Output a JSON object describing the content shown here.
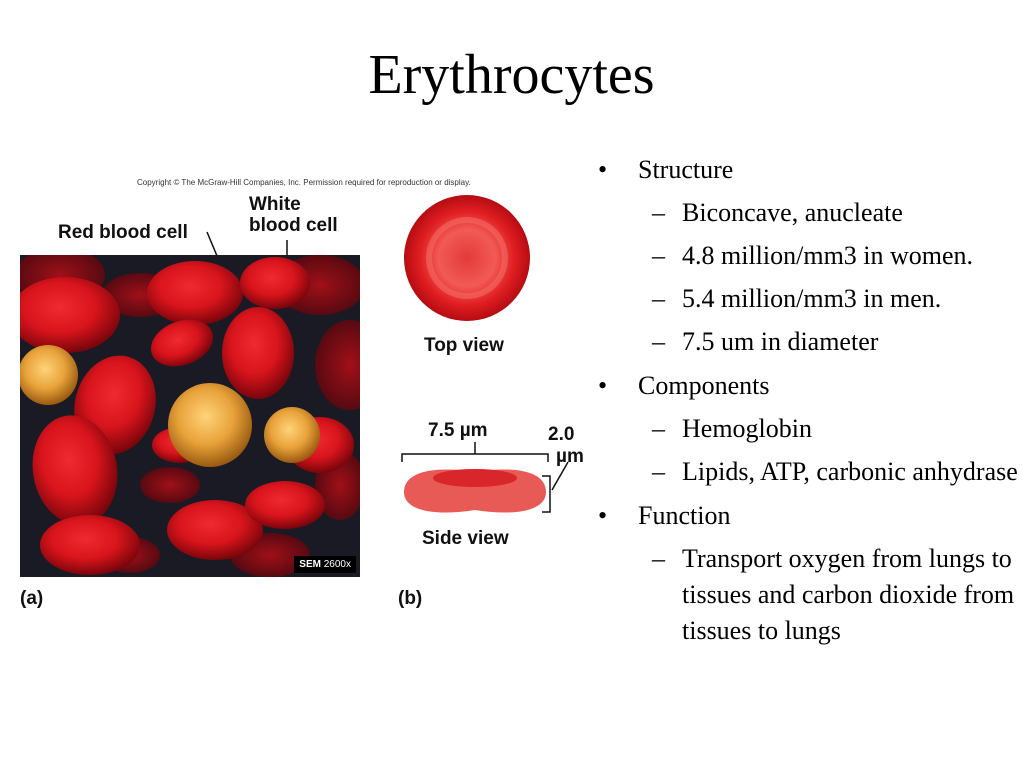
{
  "slide": {
    "title": "Erythrocytes",
    "bullets": [
      {
        "text": "Structure",
        "subitems": [
          "Biconcave, anucleate",
          "4.8 million/mm3 in women.",
          "5.4 million/mm3 in men.",
          "7.5 um in diameter"
        ]
      },
      {
        "text": "Components",
        "subitems": [
          "Hemoglobin",
          "Lipids, ATP, carbonic anhydrase"
        ]
      },
      {
        "text": "Function",
        "subitems": [
          "Transport oxygen from lungs to tissues and carbon dioxide from tissues to lungs"
        ]
      }
    ],
    "bullet_marker": "•",
    "sub_marker": "–"
  },
  "figure": {
    "copyright": "Copyright © The McGraw-Hill Companies, Inc. Permission required for reproduction or display.",
    "label_rbc": "Red blood cell",
    "label_wbc_line1": "White",
    "label_wbc_line2": "blood cell",
    "sem_tag_bold": "SEM",
    "sem_tag_mag": "2600x",
    "panel_a": "(a)",
    "panel_b": "(b)",
    "top_view": "Top view",
    "side_view": "Side view",
    "diameter": "7.5 µm",
    "thickness_line1": "2.0",
    "thickness_line2": "µm"
  },
  "colors": {
    "rbc": "#d8141c",
    "wbc": "#e8a23a",
    "background_sem": "#1a1a24"
  }
}
